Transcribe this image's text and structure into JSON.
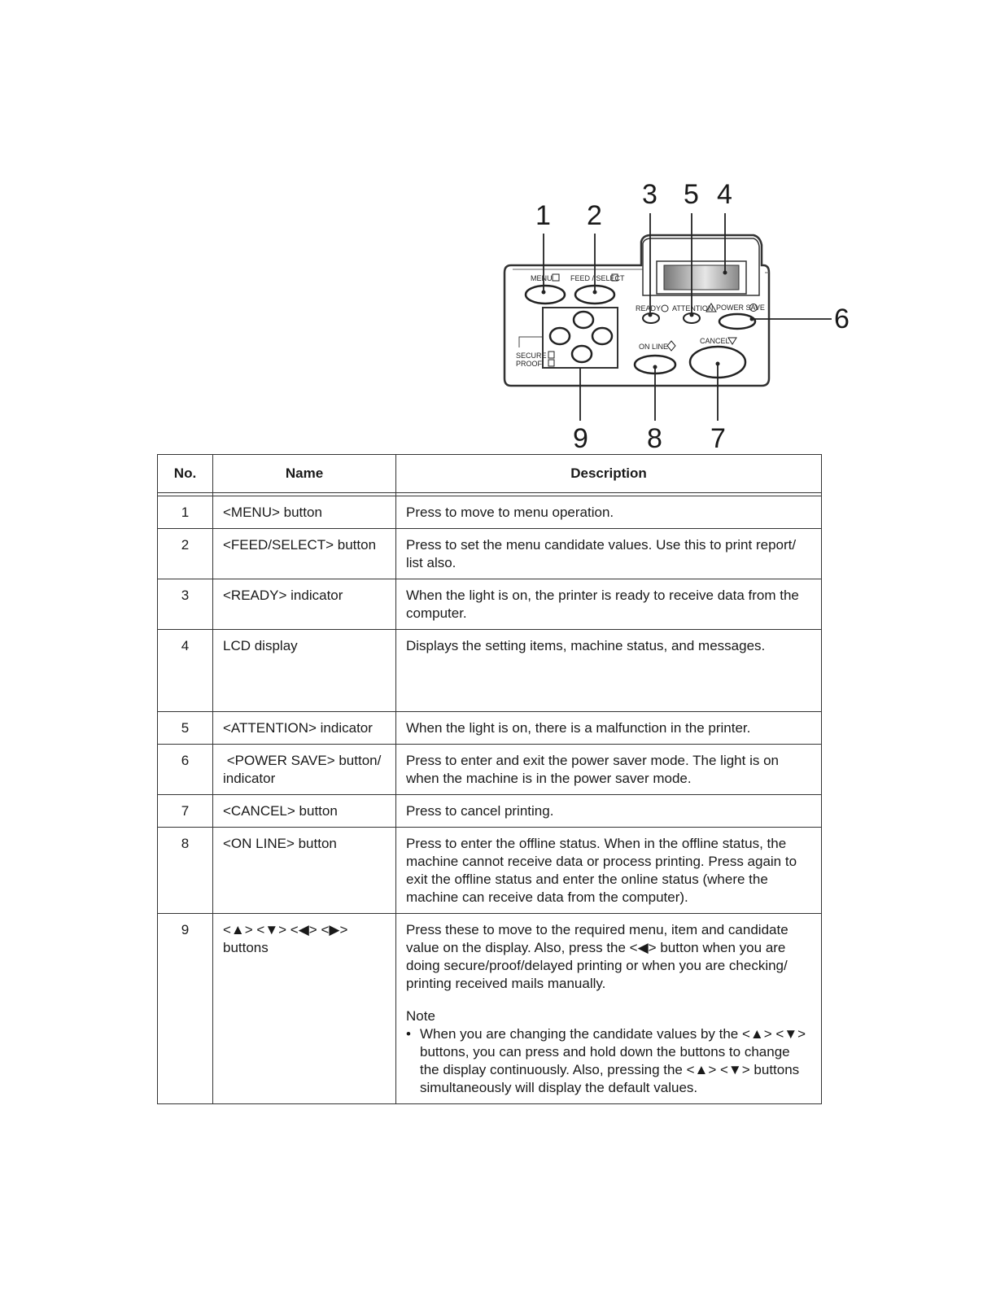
{
  "figure": {
    "callouts": {
      "c1": "1",
      "c2": "2",
      "c3": "3",
      "c5": "5",
      "c4": "4",
      "c6": "6",
      "c9": "9",
      "c8": "8",
      "c7": "7"
    },
    "panel_labels": {
      "menu": "MENU",
      "feed_select": "FEED / SELECT",
      "ready": "READY",
      "attention": "ATTENTION",
      "power_save": "POWER SAVE",
      "on_line": "ON LINE",
      "cancel": "CANCEL",
      "secure": "SECURE",
      "proof": "PROOF"
    }
  },
  "table": {
    "headers": {
      "no": "No.",
      "name": "Name",
      "description": "Description"
    },
    "rows": [
      {
        "no": "1",
        "name": "<MENU> button",
        "description": "Press to move to menu operation."
      },
      {
        "no": "2",
        "name": "<FEED/SELECT> button",
        "description": "Press to set the menu candidate values. Use this to print report/ list also."
      },
      {
        "no": "3",
        "name": "<READY> indicator",
        "description": "When the light is on, the printer is ready to receive data from the computer."
      },
      {
        "no": "4",
        "name": "LCD display",
        "description": "Displays the setting items, machine status, and messages."
      },
      {
        "no": "5",
        "name": "<ATTENTION> indicator",
        "description": "When the light is on, there is a malfunction in the printer."
      },
      {
        "no": "6",
        "name": " <POWER SAVE> button/ indicator",
        "description": "Press to enter and exit the power saver mode. The light is on when the machine is in the power saver mode."
      },
      {
        "no": "7",
        "name": "<CANCEL> button",
        "description": "Press to cancel printing."
      },
      {
        "no": "8",
        "name": "<ON LINE> button",
        "description": "Press to enter the offline status. When in the offline status, the machine cannot receive data or process printing. Press again to exit the offline status and enter the online status (where the machine can receive data from the computer)."
      },
      {
        "no": "9",
        "name": "<▲> <▼> <◀> <▶> buttons",
        "description": "Press these to move to the required menu, item and candidate value on the display. Also, press the <◀> button when you are doing secure/proof/delayed printing or when you are checking/ printing received mails manually.",
        "note_title": "Note",
        "note_bullet": "•",
        "note_text": "When you are changing the candidate values by the <▲> <▼> buttons, you can press and hold down the buttons to change the display continuously. Also, pressing the <▲> <▼> buttons simultaneously will display the default values."
      }
    ]
  }
}
